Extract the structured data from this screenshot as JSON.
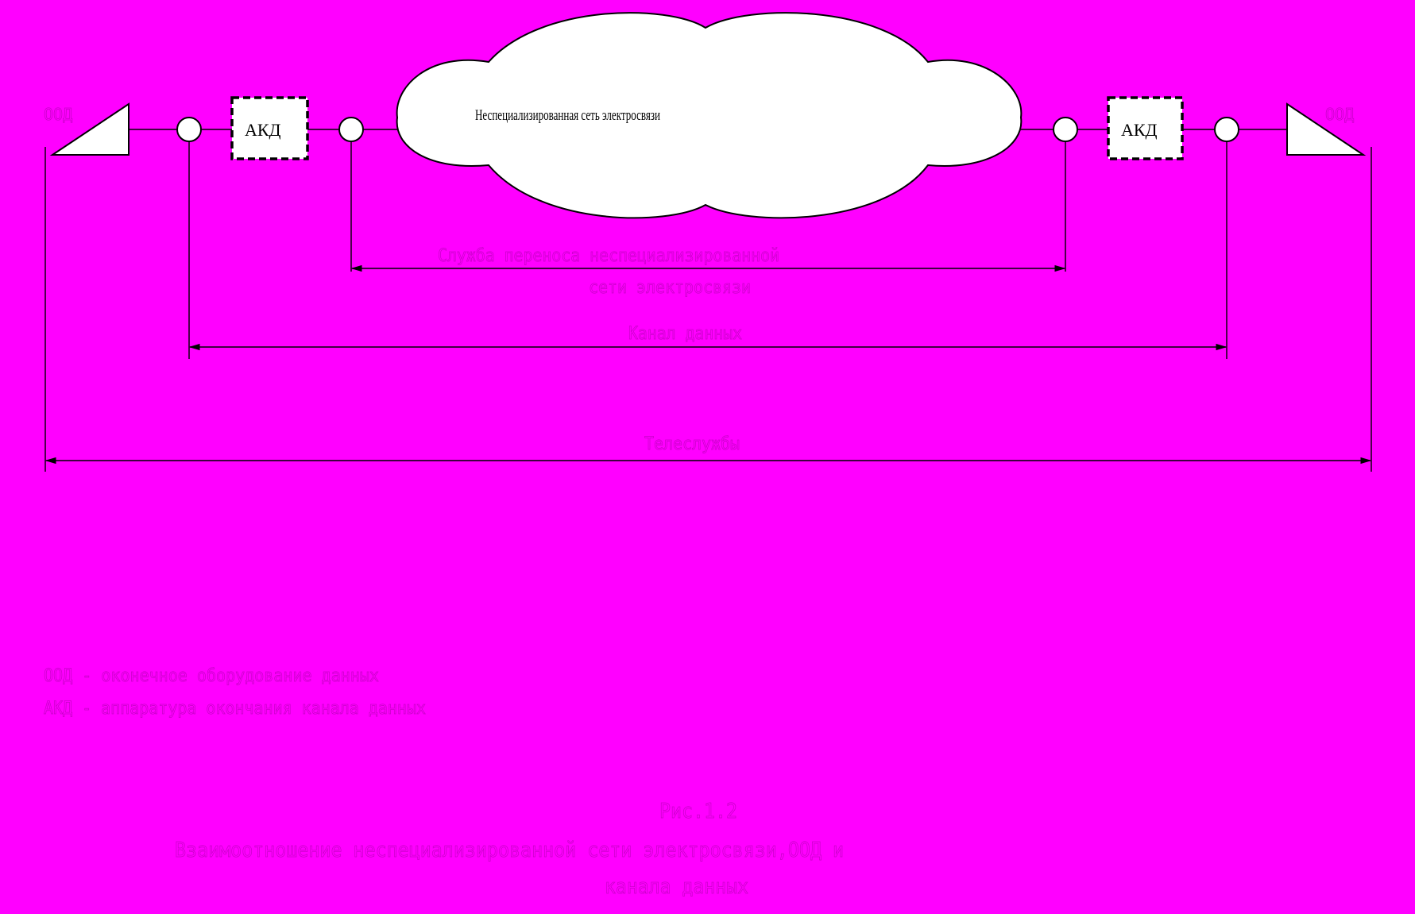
{
  "diagram": {
    "cloud_label": "Неспециализированная сеть электросвязи",
    "left_terminal_label": "ООД",
    "right_terminal_label": "ООД",
    "left_akd_label": "АКД",
    "right_akd_label": "АКД",
    "span_service_line1": "Служба переноса неспециализированной",
    "span_service_line2": "сети электросвязи",
    "span_channel": "Канал данных",
    "span_teleservice": "Телеслужбы"
  },
  "legend": {
    "ood": "ООД - оконечное оборудование данных",
    "akd": "АКД - аппаратура окончания канала данных"
  },
  "caption": {
    "figure_number": "Рис.1.2",
    "title_line1": "Взаимоотношение неспециализированной сети электросвязи,ООД и",
    "title_line2": "канала данных"
  },
  "colors": {
    "background": "#ff00ff",
    "shape_fill": "#ffffff",
    "line": "#000000"
  }
}
